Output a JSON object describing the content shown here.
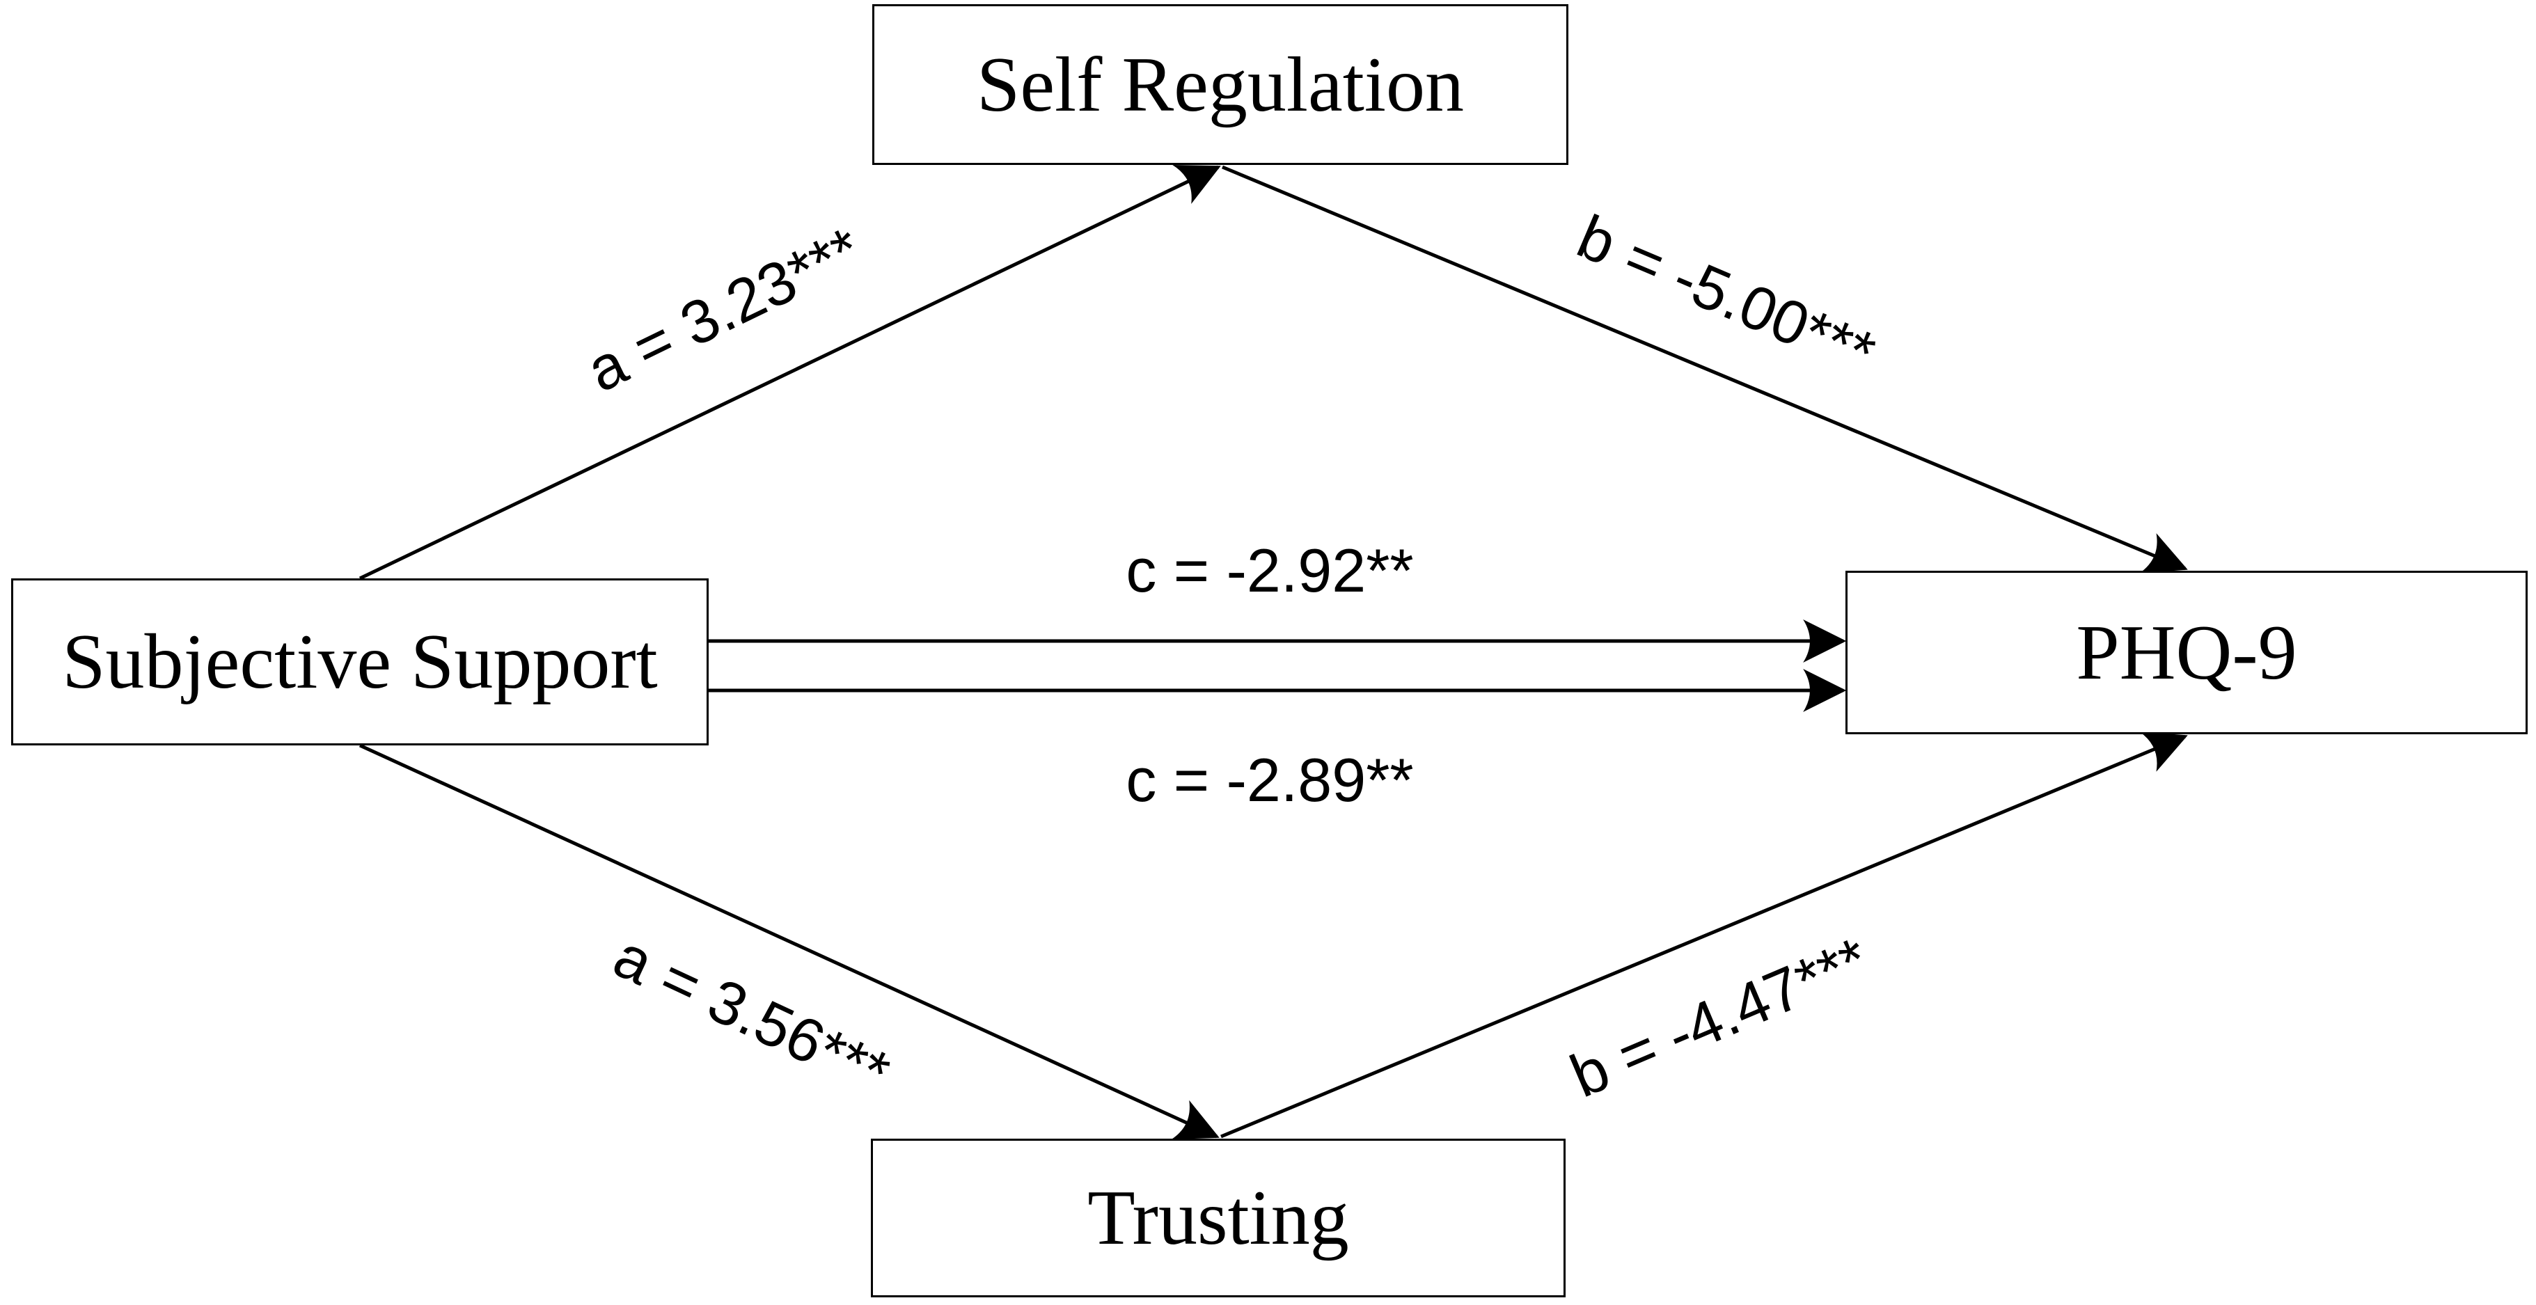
{
  "diagram": {
    "type": "mediation-path-diagram",
    "background_color": "#ffffff",
    "line_color": "#000000",
    "nodes": [
      {
        "id": "self_regulation",
        "label": "Self Regulation"
      },
      {
        "id": "subjective_support",
        "label": "Subjective Support"
      },
      {
        "id": "phq9",
        "label": "PHQ-9"
      },
      {
        "id": "trusting",
        "label": "Trusting"
      }
    ],
    "paths": [
      {
        "id": "a_top",
        "label": "a = 3.23***",
        "from": "subjective_support",
        "to": "self_regulation"
      },
      {
        "id": "b_top",
        "label": "b = -5.00***",
        "from": "self_regulation",
        "to": "phq9"
      },
      {
        "id": "c_upper",
        "label": "c = -2.92**",
        "from": "subjective_support",
        "to": "phq9"
      },
      {
        "id": "c_lower",
        "label": "c = -2.89**",
        "from": "subjective_support",
        "to": "phq9"
      },
      {
        "id": "a_bottom",
        "label": "a = 3.56***",
        "from": "subjective_support",
        "to": "trusting"
      },
      {
        "id": "b_bottom",
        "label": "b = -4.47***",
        "from": "trusting",
        "to": "phq9"
      }
    ]
  }
}
